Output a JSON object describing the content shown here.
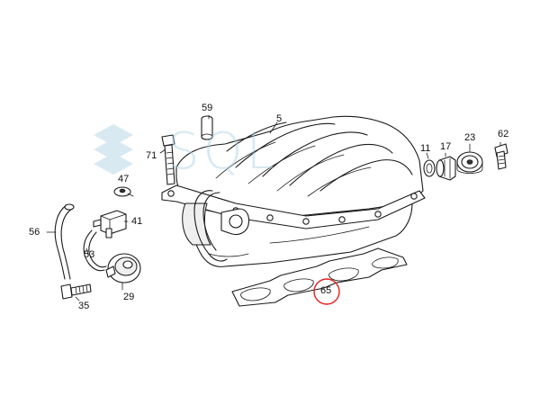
{
  "diagram": {
    "watermark_text": "SQL",
    "parts": [
      {
        "id": "p5",
        "number": "5"
      },
      {
        "id": "p59",
        "number": "59"
      },
      {
        "id": "p71",
        "number": "71"
      },
      {
        "id": "p47",
        "number": "47"
      },
      {
        "id": "p41",
        "number": "41"
      },
      {
        "id": "p56",
        "number": "56"
      },
      {
        "id": "p53",
        "number": "53"
      },
      {
        "id": "p29",
        "number": "29"
      },
      {
        "id": "p35",
        "number": "35"
      },
      {
        "id": "p11",
        "number": "11"
      },
      {
        "id": "p17",
        "number": "17"
      },
      {
        "id": "p23",
        "number": "23"
      },
      {
        "id": "p62",
        "number": "62"
      },
      {
        "id": "p65",
        "number": "65"
      }
    ],
    "highlighted_part": "65",
    "highlight_color": "#e02020",
    "watermark_color": "#a9cfe3",
    "icons": [
      "sql-logo-icon"
    ]
  }
}
